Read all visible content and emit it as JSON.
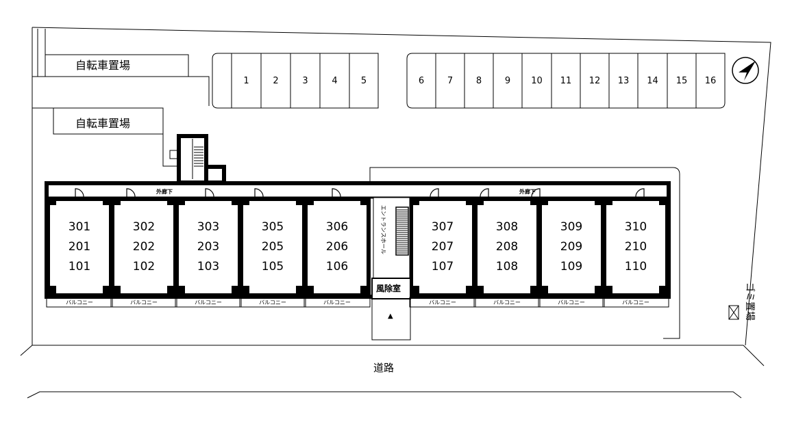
{
  "bicycle_parking_top": "自転車置場",
  "bicycle_parking_mid": "自転車置場",
  "parking_spaces": [
    "1",
    "2",
    "3",
    "4",
    "5",
    "6",
    "7",
    "8",
    "9",
    "10",
    "11",
    "12",
    "13",
    "14",
    "15",
    "16"
  ],
  "outer_corridor_left": "外廊下",
  "outer_corridor_right": "外廊下",
  "entrance_hall": "エントランスホール",
  "windbreak_room": "風除室",
  "entrance_marker": "▲",
  "units": [
    {
      "floor3": "301",
      "floor2": "201",
      "floor1": "101"
    },
    {
      "floor3": "302",
      "floor2": "202",
      "floor1": "102"
    },
    {
      "floor3": "303",
      "floor2": "203",
      "floor1": "103"
    },
    {
      "floor3": "305",
      "floor2": "205",
      "floor1": "105"
    },
    {
      "floor3": "306",
      "floor2": "206",
      "floor1": "106"
    },
    {
      "floor3": "307",
      "floor2": "207",
      "floor1": "107"
    },
    {
      "floor3": "308",
      "floor2": "208",
      "floor1": "108"
    },
    {
      "floor3": "309",
      "floor2": "209",
      "floor1": "109"
    },
    {
      "floor3": "310",
      "floor2": "210",
      "floor1": "110"
    }
  ],
  "balcony_label": "バルコニー",
  "garbage_area": "ゴミ置場",
  "road": "道路"
}
